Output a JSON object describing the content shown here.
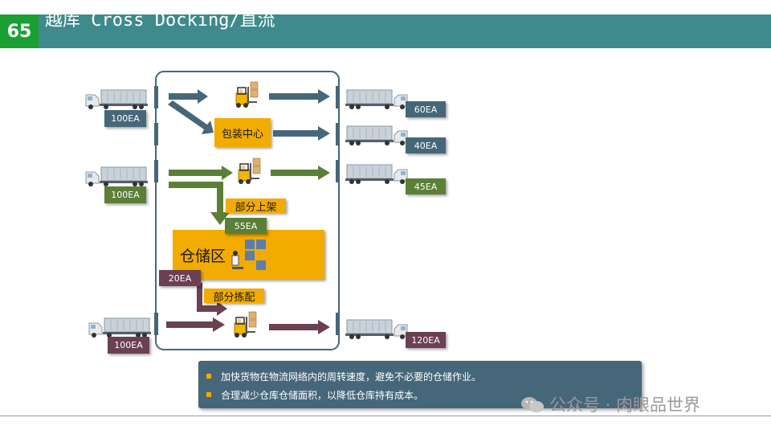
{
  "header": {
    "page_number": "65",
    "title": "越库 Cross Docking/直流",
    "color": "#3e8a8c",
    "page_color": "#1aa032"
  },
  "inbound": [
    {
      "qty": "100EA",
      "color": "#46677a"
    },
    {
      "qty": "100EA",
      "color": "#5c7f37"
    },
    {
      "qty": "100EA",
      "color": "#6a4052"
    }
  ],
  "outbound": [
    {
      "qty": "60EA"
    },
    {
      "qty": "40EA"
    },
    {
      "qty": "45EA"
    },
    {
      "qty": "120EA"
    }
  ],
  "process": {
    "packing_center": "包装中心",
    "partial_putaway": "部分上架",
    "putaway_qty": "55EA",
    "storage_area": "仓储区",
    "picking_qty": "20EA",
    "partial_picking": "部分拣配"
  },
  "notes": [
    "加快货物在物流网络内的周转速度，避免不必要的仓储作业。",
    "合理减少仓库仓储面积，以降低仓库持有成本。"
  ],
  "watermark": "公众号 · 肉眼品世界",
  "icons": [
    "truck-icon",
    "forklift-icon",
    "pallet-stack-icon",
    "wechat-icon"
  ]
}
